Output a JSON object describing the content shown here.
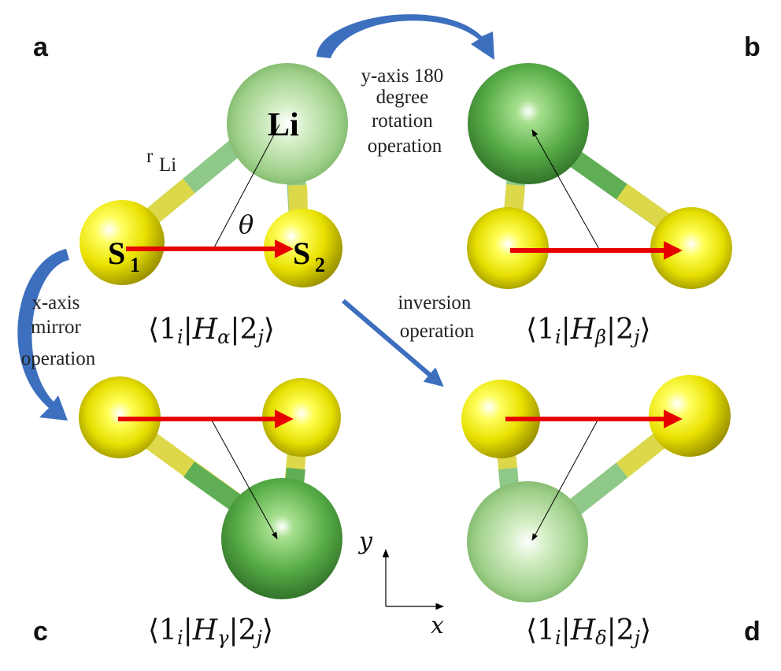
{
  "panels": {
    "a": {
      "letter": "a",
      "matrix": {
        "prefix": "⟨1",
        "sub_i": "i",
        "op": "|H",
        "sub_op": "α",
        "mid": "|2",
        "sub_j": "j",
        "suffix": "⟩"
      }
    },
    "b": {
      "letter": "b",
      "matrix": {
        "prefix": "⟨1",
        "sub_i": "i",
        "op": "|H",
        "sub_op": "β",
        "mid": "|2",
        "sub_j": "j",
        "suffix": "⟩"
      }
    },
    "c": {
      "letter": "c",
      "matrix": {
        "prefix": "⟨1",
        "sub_i": "i",
        "op": "|H",
        "sub_op": "γ",
        "mid": "|2",
        "sub_j": "j",
        "suffix": "⟩"
      }
    },
    "d": {
      "letter": "d",
      "matrix": {
        "prefix": "⟨1",
        "sub_i": "i",
        "op": "|H",
        "sub_op": "δ",
        "mid": "|2",
        "sub_j": "j",
        "suffix": "⟩"
      }
    }
  },
  "atoms": {
    "li": "Li",
    "s": "S",
    "s1_sub": "1",
    "s2_sub": "2",
    "bond_r": "r",
    "bond_r_sub": "Li",
    "angle": "θ"
  },
  "operations": {
    "rotation": [
      "y-axis 180",
      "degree",
      "rotation",
      "operation"
    ],
    "mirror": [
      "x-axis",
      "mirror",
      "operation"
    ],
    "inversion": [
      "inversion",
      "operation"
    ]
  },
  "axes": {
    "x": "x",
    "y": "y"
  },
  "colors": {
    "sulfur": "#e6e000",
    "lithium_light": "#9fd08a",
    "lithium_dark": "#4c9e3f",
    "vector": "#e60000",
    "op_arrow": "#3d6fbf"
  }
}
